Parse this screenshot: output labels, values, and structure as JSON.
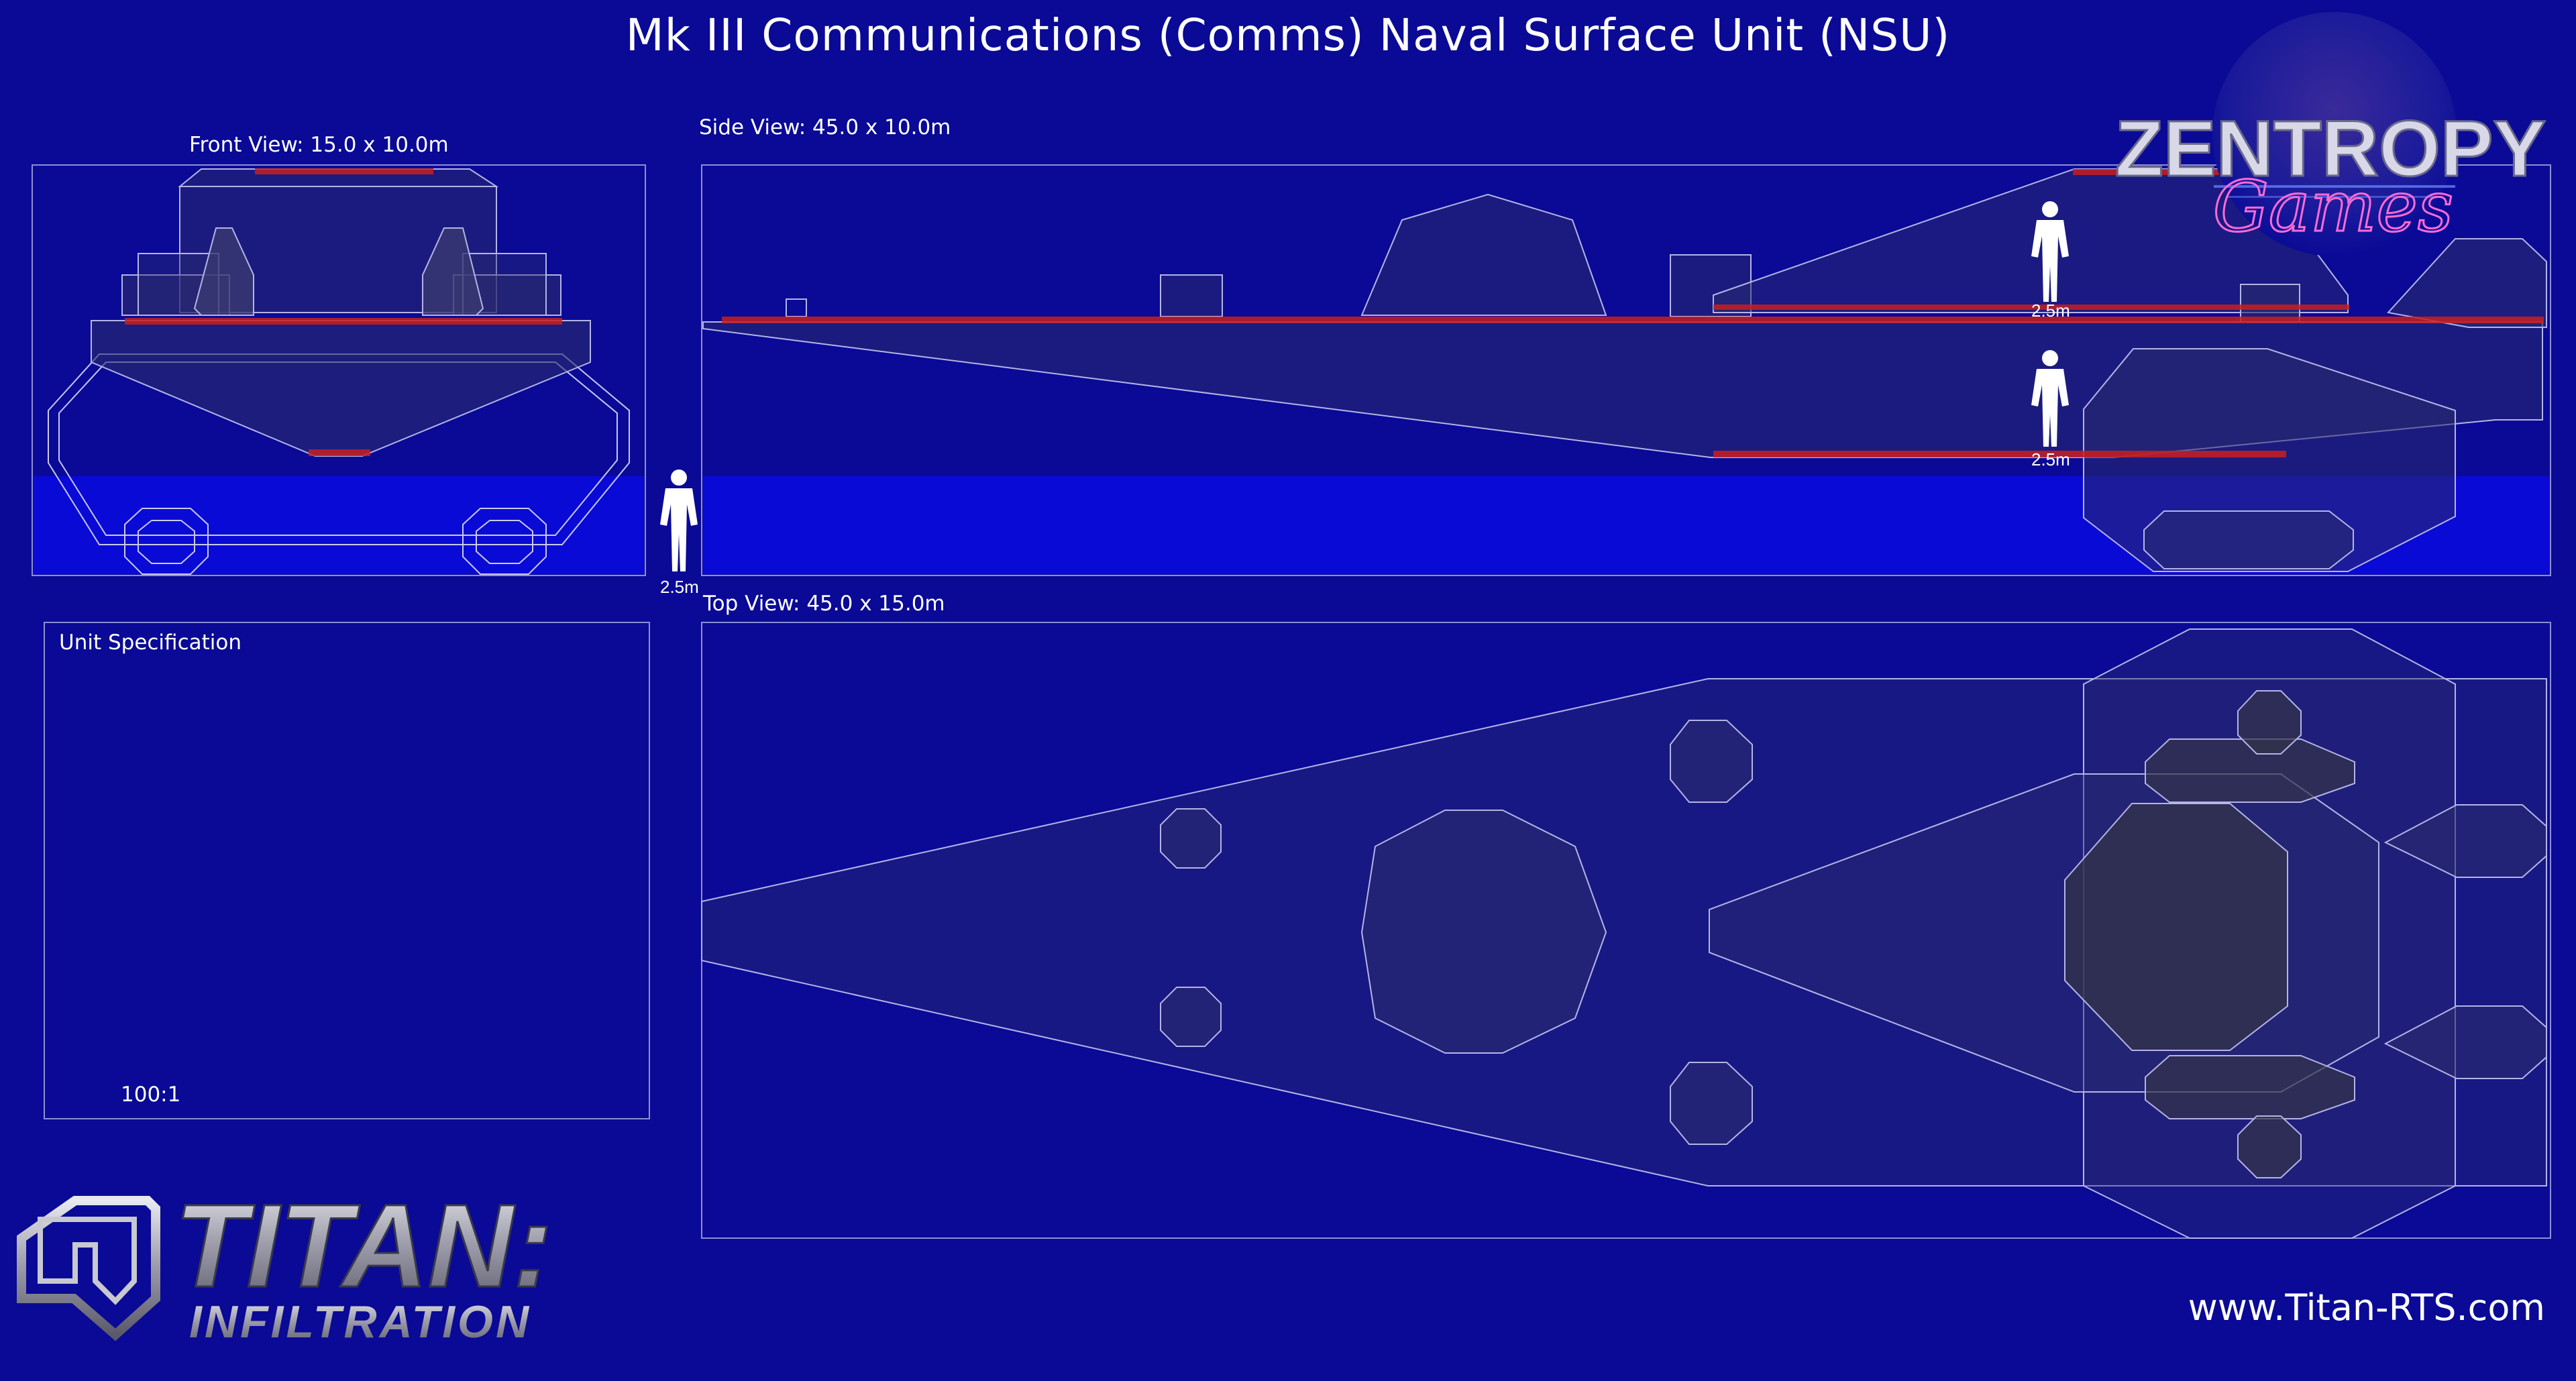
{
  "title": "Mk III Communications (Comms) Naval Surface Unit (NSU)",
  "views": {
    "front": "Front View: 15.0 x 10.0m",
    "side": "Side View: 45.0 x 10.0m",
    "top": "Top View: 45.0 x 15.0m"
  },
  "spec": {
    "label": "Unit Specification",
    "scale": "100:1"
  },
  "human_height": "2.5m",
  "brand": {
    "studio": "ZENTROPY",
    "studio_sub": "Games",
    "game_line1": "TITAN:",
    "game_line2": "INFILTRATION",
    "website": "www.Titan-RTS.com"
  },
  "colors": {
    "background": "#0a0a96",
    "water": "#0a0ad6",
    "hull_fill": "#2a2a6e",
    "outline": "#b4b4e8",
    "red_line": "#c81e1e",
    "logo_pink": "#ff6ad5"
  }
}
